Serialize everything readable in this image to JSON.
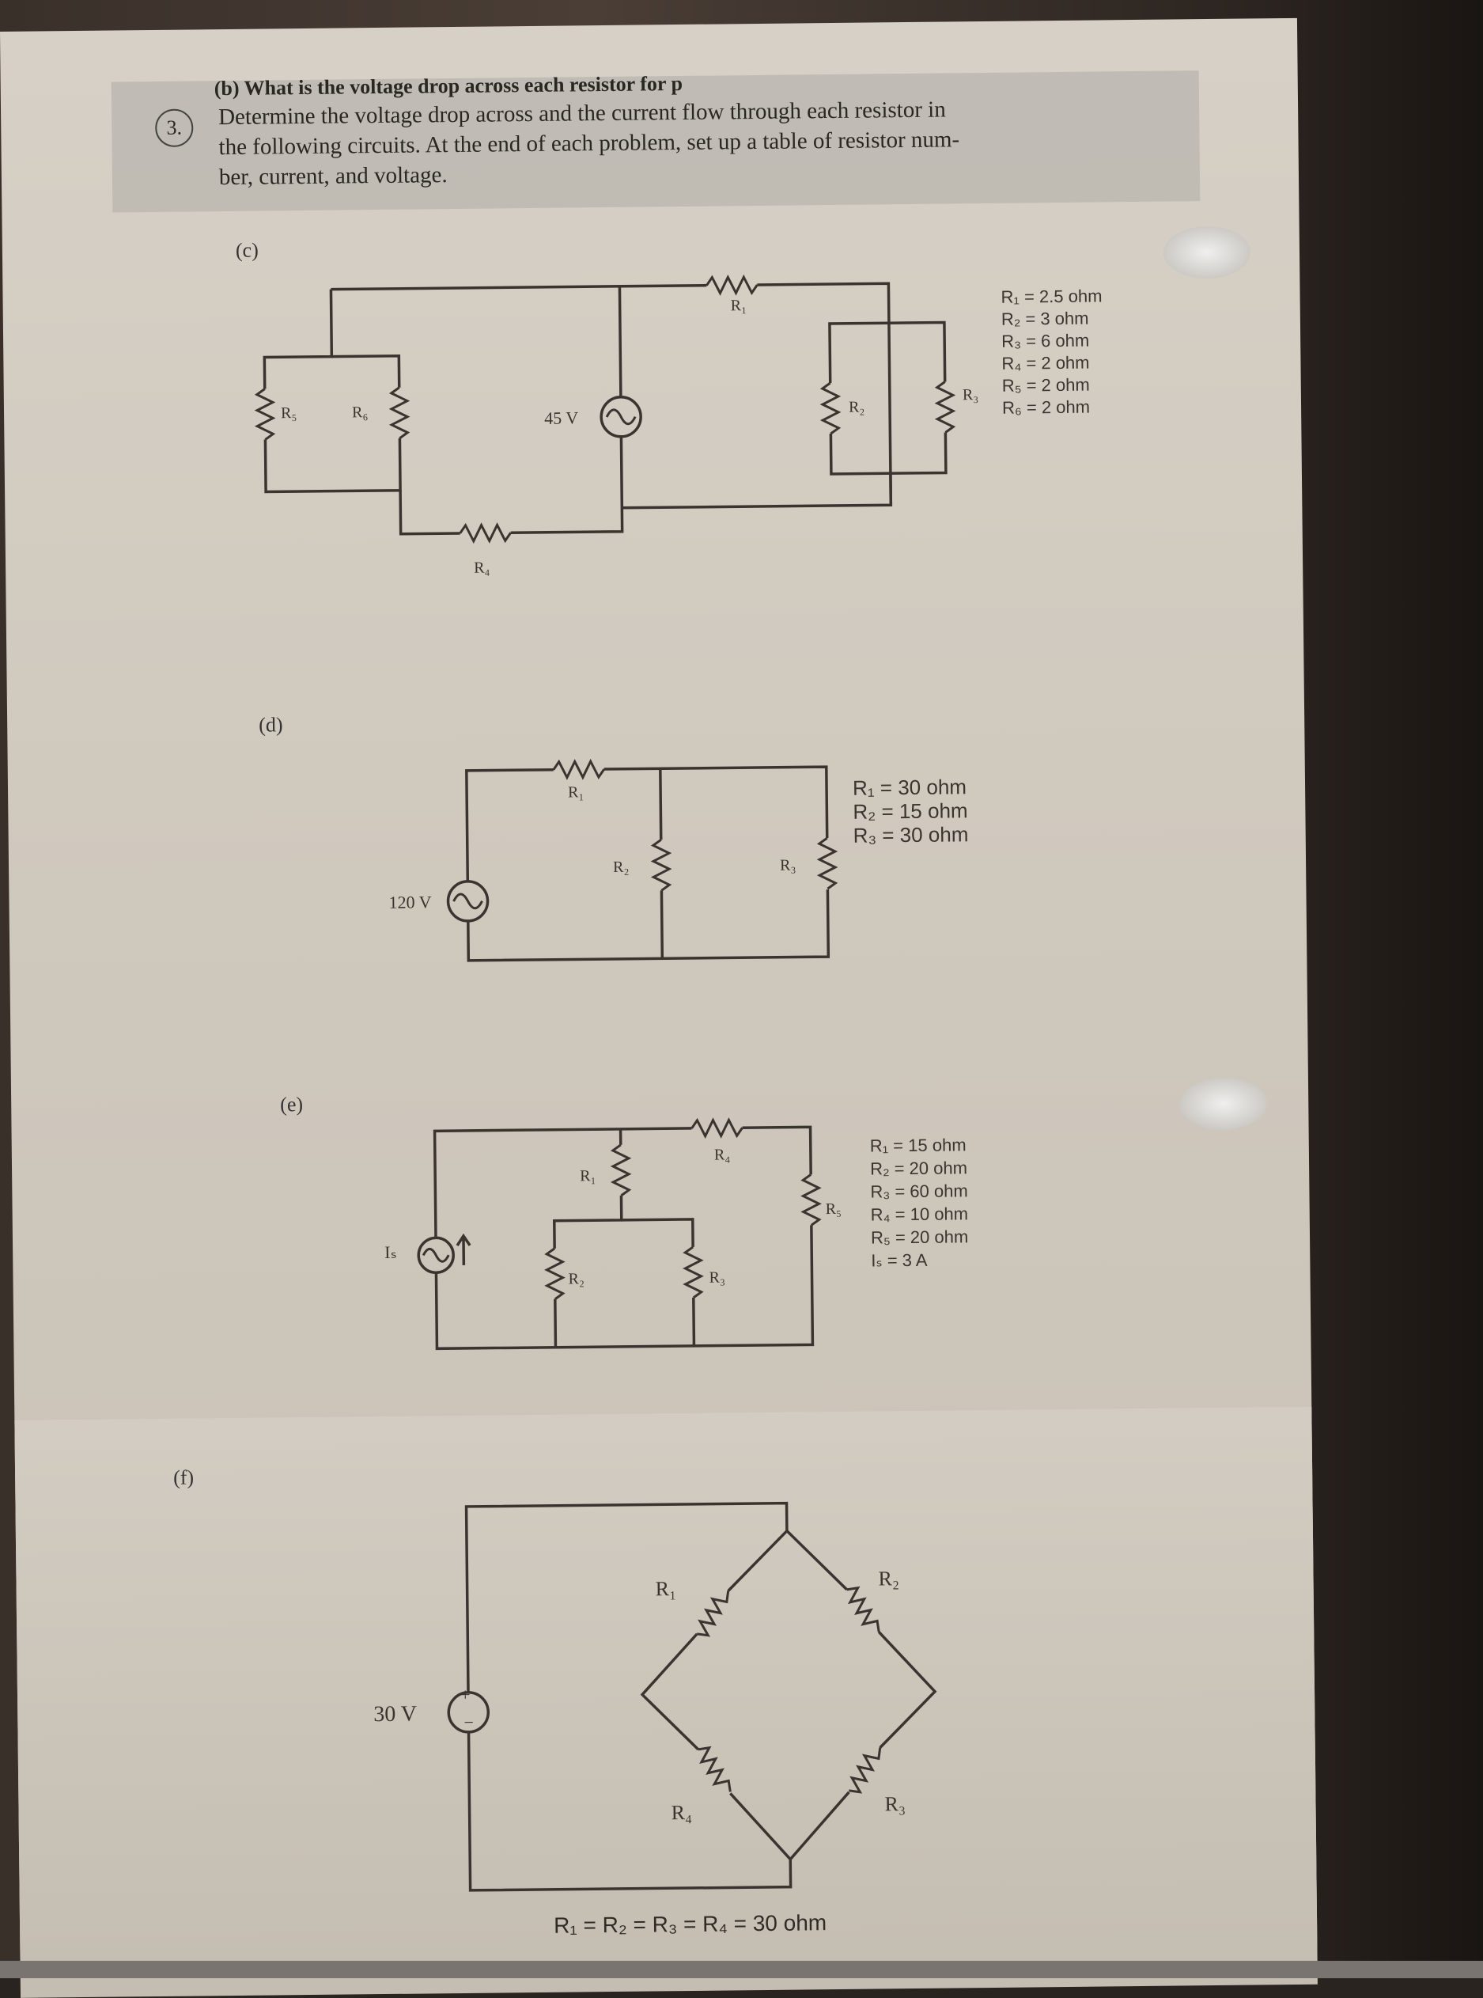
{
  "question": {
    "top_cut": "(b) What is the voltage drop across each resistor for p",
    "number": "3.",
    "line1": "Determine the voltage drop across and the current flow through each resistor in",
    "line2": "the following circuits. At the end of each problem, set up a table of resistor num-",
    "line3": "ber, current, and voltage."
  },
  "parts": {
    "c": {
      "label": "(c)",
      "source": "45 V",
      "values": [
        "R₁ = 2.5 ohm",
        "R₂ = 3 ohm",
        "R₃ = 6 ohm",
        "R₄ = 2 ohm",
        "R₅ = 2 ohm",
        "R₆ = 2 ohm"
      ],
      "resistor_labels": [
        "R₁",
        "R₂",
        "R₃",
        "R₄",
        "R₅",
        "R₆"
      ]
    },
    "d": {
      "label": "(d)",
      "source": "120 V",
      "values": [
        "R₁ = 30 ohm",
        "R₂ = 15 ohm",
        "R₃ = 30 ohm"
      ],
      "resistor_labels": [
        "R₁",
        "R₂",
        "R₃"
      ]
    },
    "e": {
      "label": "(e)",
      "source": "Iₛ",
      "values": [
        "R₁ = 15 ohm",
        "R₂ = 20 ohm",
        "R₃ = 60 ohm",
        "R₄ = 10 ohm",
        "R₅ = 20 ohm",
        "Iₛ = 3 A"
      ],
      "resistor_labels": [
        "R₁",
        "R₂",
        "R₃",
        "R₄",
        "R₅"
      ]
    },
    "f": {
      "label": "(f)",
      "source": "30 V",
      "values": "R₁ = R₂ = R₃ = R₄ = 30 ohm",
      "resistor_labels": [
        "R₁",
        "R₂",
        "R₃",
        "R₄"
      ]
    }
  }
}
